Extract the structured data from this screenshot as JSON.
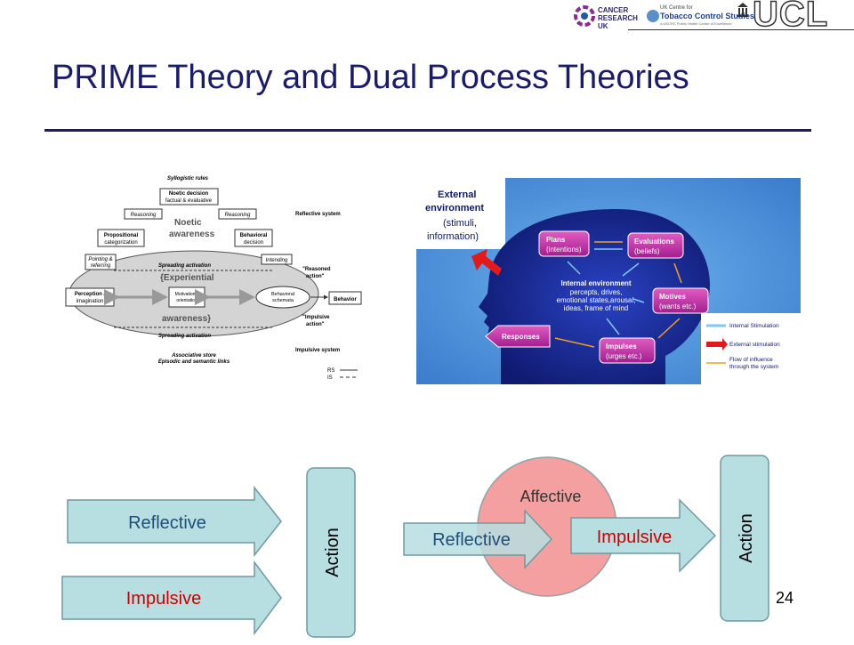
{
  "slide": {
    "title": "PRIME Theory and Dual Process Theories",
    "page_number": "24"
  },
  "logos": {
    "cruk": [
      "CANCER",
      "RESEARCH",
      "UK"
    ],
    "ukctcs": [
      "UK Centre for",
      "Tobacco Control Studies",
      "A UKCRC Public Health Centre of Excellence"
    ],
    "ucl": "UCL"
  },
  "left_diagram": {
    "syllogistic_rules": "Syllogistic rules",
    "noetic_decision": [
      "Noetic decision",
      "factual & evaluative"
    ],
    "reasoning_left": "Reasoning",
    "reasoning_right": "Reasoning",
    "noetic_awareness": [
      "Noetic",
      "awareness"
    ],
    "propositional": [
      "Propositional",
      "categorization"
    ],
    "behavioral_decision": [
      "Behavioral",
      "decision"
    ],
    "pointing": [
      "Pointing &",
      "referring"
    ],
    "intending": "Intending",
    "spreading_top": "Spreading activation",
    "spreading_bottom": "Spreading activation",
    "experiential": [
      "{Experiential",
      "awareness}"
    ],
    "perception": [
      "Perception /",
      "imagination"
    ],
    "motivational": [
      "Motivational",
      "orientation"
    ],
    "behavioral_schemata": [
      "Behavioral",
      "schemata"
    ],
    "behavior": "Behavior",
    "reflective_system": "Reflective system",
    "reasoned_action": [
      "\"Reasoned",
      "action\""
    ],
    "impulsive_action": [
      "\"Impulsive",
      "action\""
    ],
    "impulsive_system": "Impulsive system",
    "associative_store": [
      "Associative store",
      "Episodic and semantic links"
    ],
    "legend_rs": "RS",
    "legend_is": "IS"
  },
  "right_diagram": {
    "external_environment": [
      "External",
      "environment"
    ],
    "stimuli": [
      "(stimuli,",
      "information)"
    ],
    "plans": [
      "Plans",
      "(intentions)"
    ],
    "evaluations": [
      "Evaluations",
      "(beliefs)"
    ],
    "internal_environment": [
      "Internal environment",
      "percepts, drives,",
      "emotional states,arousal,",
      "ideas, frame of mind"
    ],
    "motives": [
      "Motives",
      "(wants etc.)"
    ],
    "responses": "Responses",
    "impulses": [
      "Impulses",
      "(urges etc.)"
    ],
    "legend": {
      "internal": "Internal Stimulation",
      "external": "External stimulation",
      "flow": [
        "Flow of influence",
        "through the system"
      ]
    },
    "colors": {
      "head": "#1a2c9a",
      "box": "#cc33aa",
      "bg": "#4a8fd8"
    }
  },
  "bottom_left": {
    "reflective": "Reflective",
    "impulsive": "Impulsive",
    "action": "Action"
  },
  "bottom_right": {
    "affective": "Affective",
    "reflective": "Reflective",
    "impulsive": "Impulsive",
    "action": "Action"
  },
  "colors": {
    "arrow_fill": "#b7dee1",
    "arrow_stroke": "#6e9aa0",
    "reflective_text": "#1f4e79",
    "impulsive_text": "#cc0000",
    "circle_fill": "#f4a0a0",
    "title": "#1a1a6e"
  }
}
